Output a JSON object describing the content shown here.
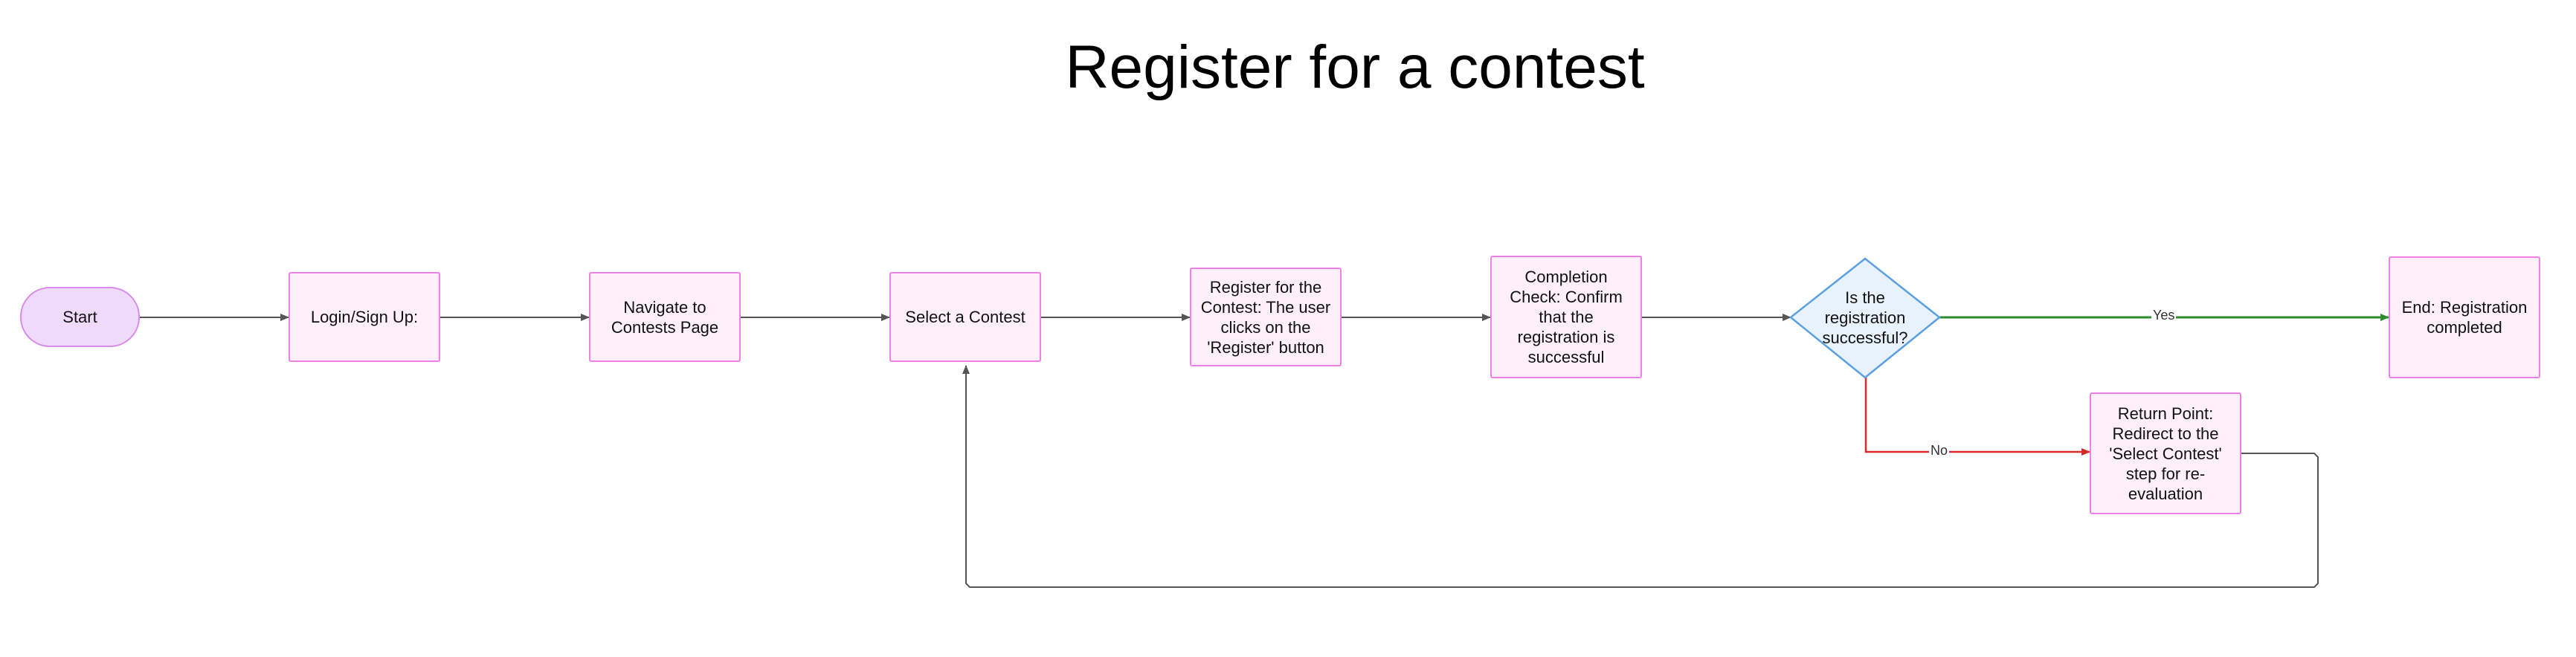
{
  "title": "Register for a contest",
  "nodes": {
    "start": "Start",
    "login": "Login/Sign Up:",
    "navigate": "Navigate to Contests Page",
    "select": "Select a Contest",
    "register": "Register for the Contest: The user clicks on the 'Register' button",
    "completion": "Completion Check: Confirm that the registration is successful",
    "decision": "Is the registration successful?",
    "end": "End: Registration completed",
    "return": "Return Point: Redirect to the 'Select Contest' step for re-evaluation"
  },
  "edges": {
    "yes_label": "Yes",
    "no_label": "No"
  },
  "colors": {
    "yes_edge": "#2e8b2e",
    "no_edge": "#d42a2a",
    "default_edge": "#555555",
    "decision_fill": "#e8f2fc",
    "decision_border": "#5a9fe0"
  }
}
